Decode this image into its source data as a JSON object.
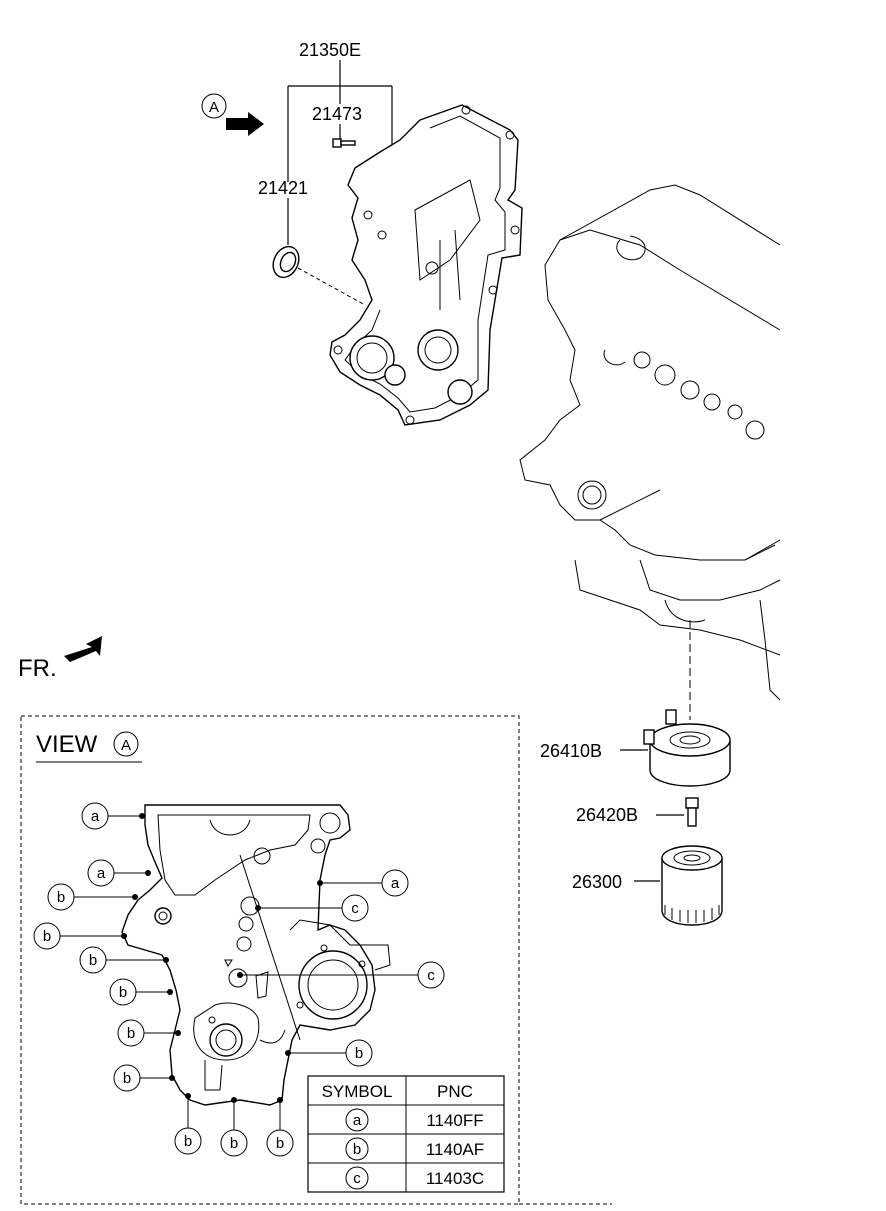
{
  "parts": {
    "cover_assembly": "21350E",
    "bolt": "21473",
    "seal": "21421",
    "oil_cooler": "26410B",
    "cooler_bolt": "26420B",
    "oil_filter": "26300"
  },
  "view_marker": "A",
  "direction_label": "FR.",
  "view": {
    "title": "VIEW",
    "marker": "A"
  },
  "callouts": {
    "a": "a",
    "b": "b",
    "c": "c"
  },
  "legend": {
    "headers": [
      "SYMBOL",
      "PNC"
    ],
    "rows": [
      {
        "symbol": "a",
        "pnc": "1140FF"
      },
      {
        "symbol": "b",
        "pnc": "1140AF"
      },
      {
        "symbol": "c",
        "pnc": "11403C"
      }
    ]
  }
}
